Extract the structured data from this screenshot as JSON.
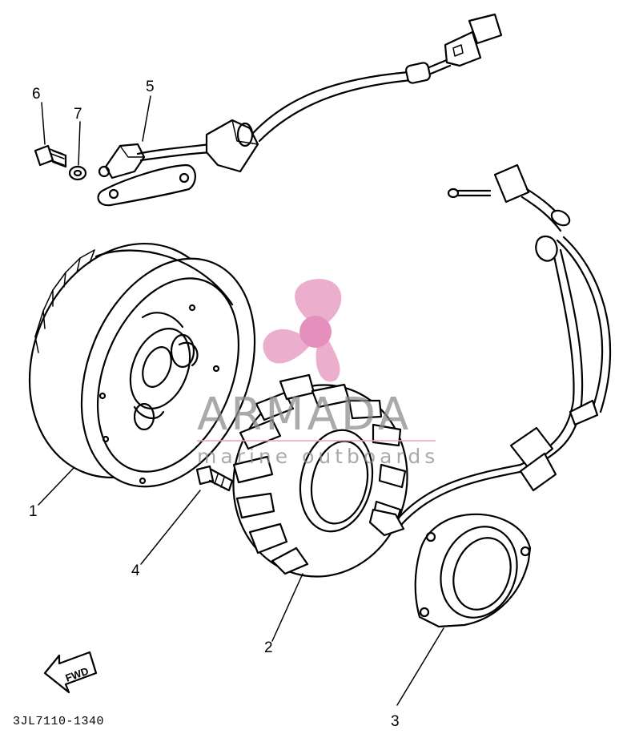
{
  "diagram": {
    "part_code": "3JL7110-1340",
    "fwd_label": "FWD",
    "callouts": [
      {
        "id": "1",
        "label": "1"
      },
      {
        "id": "2",
        "label": "2"
      },
      {
        "id": "3",
        "label": "3"
      },
      {
        "id": "4",
        "label": "4"
      },
      {
        "id": "5",
        "label": "5"
      },
      {
        "id": "6",
        "label": "6"
      },
      {
        "id": "7",
        "label": "7"
      }
    ]
  },
  "watermark": {
    "brand": "ARMADA",
    "tagline": "marine outboards",
    "colors": {
      "logo": "#e9a6c8",
      "logo_center": "#e58fbd",
      "text": "#8e8e8e"
    }
  }
}
